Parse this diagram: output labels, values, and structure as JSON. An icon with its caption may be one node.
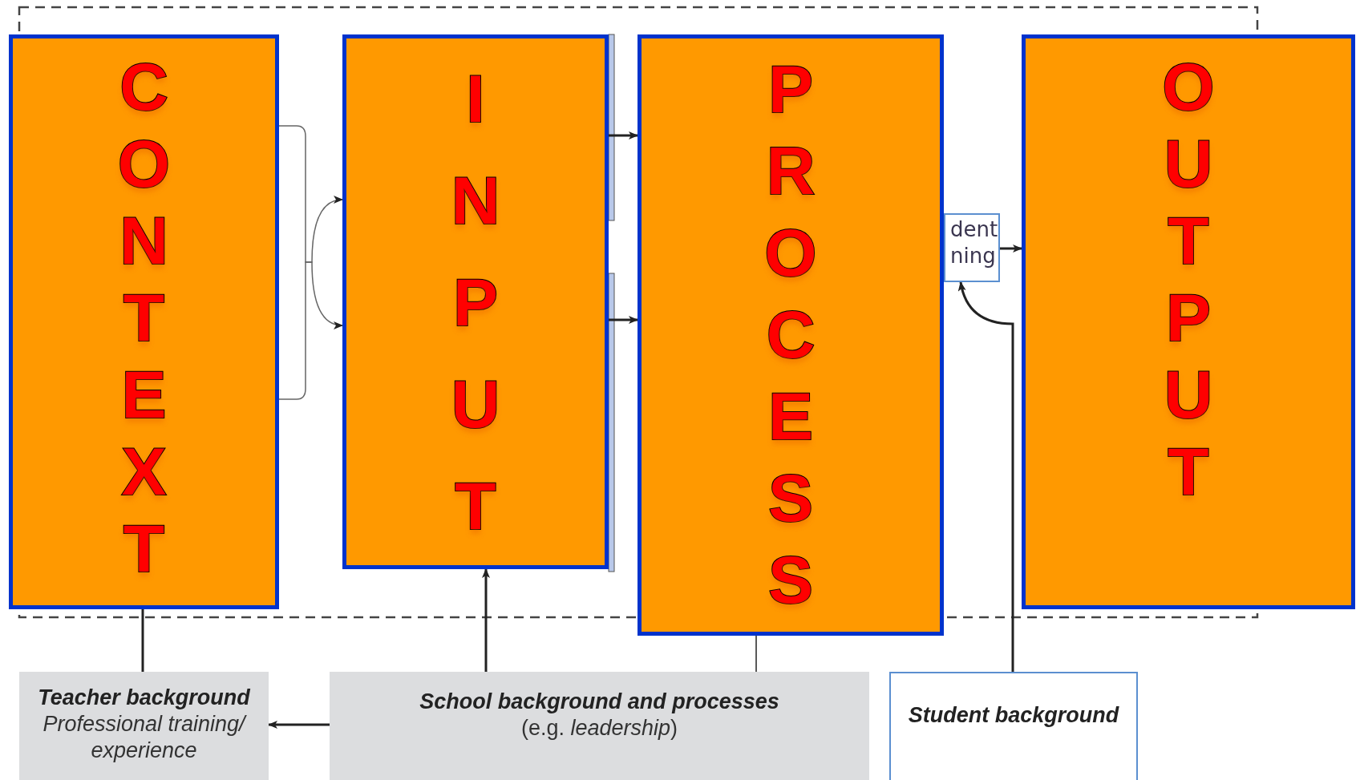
{
  "diagram": {
    "nodes": [
      {
        "text": [
          "CONTEXT"
        ]
      },
      {
        "text": [
          "INPUT"
        ]
      },
      {
        "text": [
          "PROCESS"
        ]
      },
      {
        "text": [
          "dent ning"
        ]
      },
      {
        "text": [
          "OUTPUT"
        ]
      },
      {
        "text": [
          "Teacher background",
          "Professional training/ experience"
        ]
      },
      {
        "text": [
          "School background and processes",
          "(e.g. *leadership*)"
        ]
      },
      {
        "text": [
          "Student background"
        ]
      }
    ],
    "edges": [
      {
        "from": 0,
        "to": 5,
        "arrow": "none"
      },
      {
        "from": 0,
        "to": 1,
        "arrow": "to",
        "color": "#666666"
      },
      {
        "from": 0,
        "to": 1,
        "arrow": "to",
        "color": "#666666"
      },
      {
        "from": 1,
        "to": 2,
        "arrow": "to"
      },
      {
        "from": 1,
        "to": 2,
        "arrow": "to"
      },
      {
        "from": 3,
        "to": 4,
        "arrow": "to"
      },
      {
        "from": 7,
        "to": 3,
        "arrow": "to"
      },
      {
        "from": 6,
        "to": 1,
        "arrow": "to"
      },
      {
        "from": 6,
        "to": 5,
        "arrow": "to"
      },
      {
        "from": 6,
        "to": 2,
        "arrow": "none"
      }
    ]
  }
}
